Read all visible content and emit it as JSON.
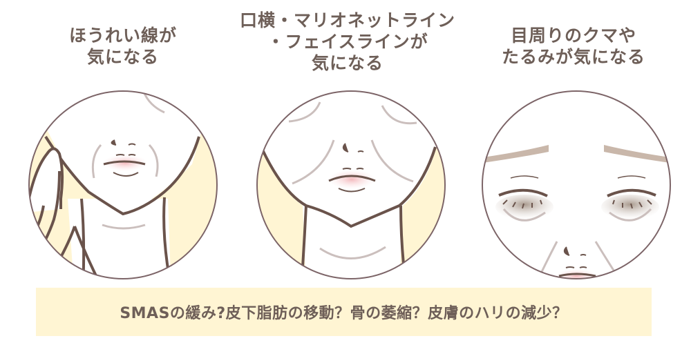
{
  "panels": [
    {
      "title_lines": [
        "ほうれい線が",
        "気になる"
      ],
      "illustration": "face-nasolabial-folds-with-hand"
    },
    {
      "title_lines": [
        "口横・マリオネットライン",
        "・フェイスラインが",
        "気になる"
      ],
      "illustration": "face-marionette-lines-jawline"
    },
    {
      "title_lines": [
        "目周りのクマや",
        "たるみが気になる"
      ],
      "illustration": "face-eye-bags-dark-circles"
    }
  ],
  "banner": {
    "text": "SMASの緩み?皮下脂肪の移動？骨の萎縮？皮膚のハリの減少？"
  },
  "colors": {
    "text": "#6e5f58",
    "line": "#6a534b",
    "wrinkle": "#cbbfbd",
    "cream": "#fff5d3",
    "circle_border": "#7c6467",
    "lip": "#f4c6c9",
    "brow": "#c9b7aa",
    "eye_shadow": "#a8998d"
  }
}
